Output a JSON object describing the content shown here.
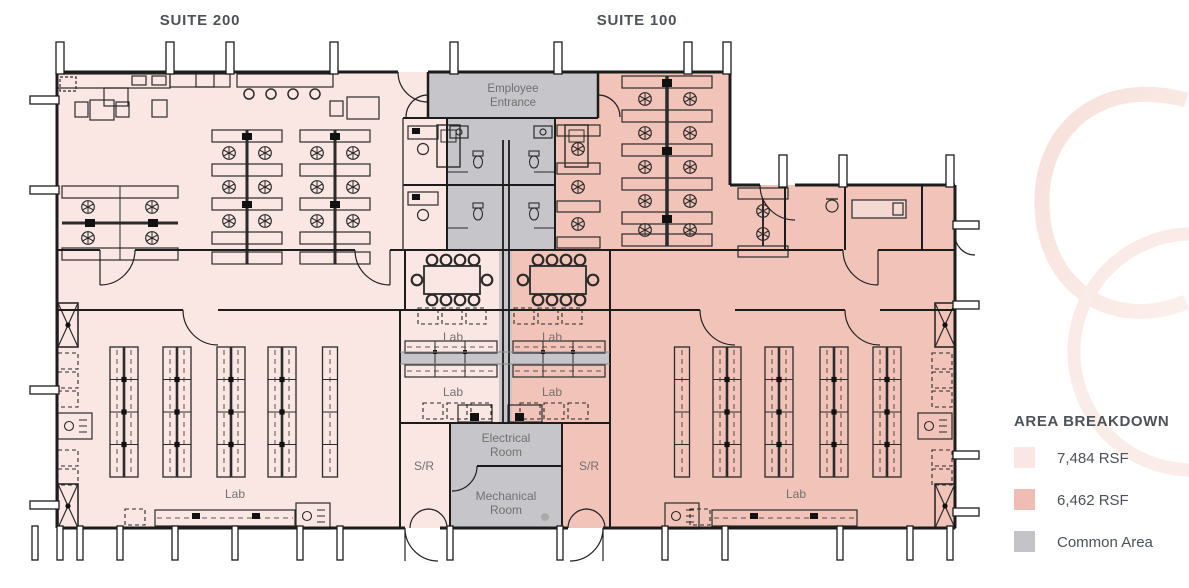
{
  "titles": {
    "suite200": "SUITE 200",
    "suite100": "SUITE 100"
  },
  "colors": {
    "suite200": "#FAE7E3",
    "suite100": "#F2C3B8",
    "common": "#C6C6CA",
    "wall": "#1C1C1C",
    "label": "#717171",
    "title": "#4C5257",
    "logo": "#F3CCC3"
  },
  "rooms": {
    "employee_entrance": {
      "line1": "Employee",
      "line2": "Entrance"
    },
    "electrical_room": {
      "line1": "Electrical",
      "line2": "Room"
    },
    "mechanical_room": {
      "line1": "Mechanical",
      "line2": "Room"
    },
    "sr_left": "S/R",
    "sr_right": "S/R",
    "lab_center_left_top": "Lab",
    "lab_center_left_bottom": "Lab",
    "lab_center_right_top": "Lab",
    "lab_center_right_bottom": "Lab",
    "lab_large_left": "Lab",
    "lab_large_right": "Lab"
  },
  "legend": {
    "title": "AREA BREAKDOWN",
    "items": [
      {
        "label": "7,484 RSF",
        "color": "#FAE6E2"
      },
      {
        "label": "6,462 RSF",
        "color": "#EFBDB3"
      },
      {
        "label": "Common Area",
        "color": "#C4C4C8"
      }
    ]
  }
}
